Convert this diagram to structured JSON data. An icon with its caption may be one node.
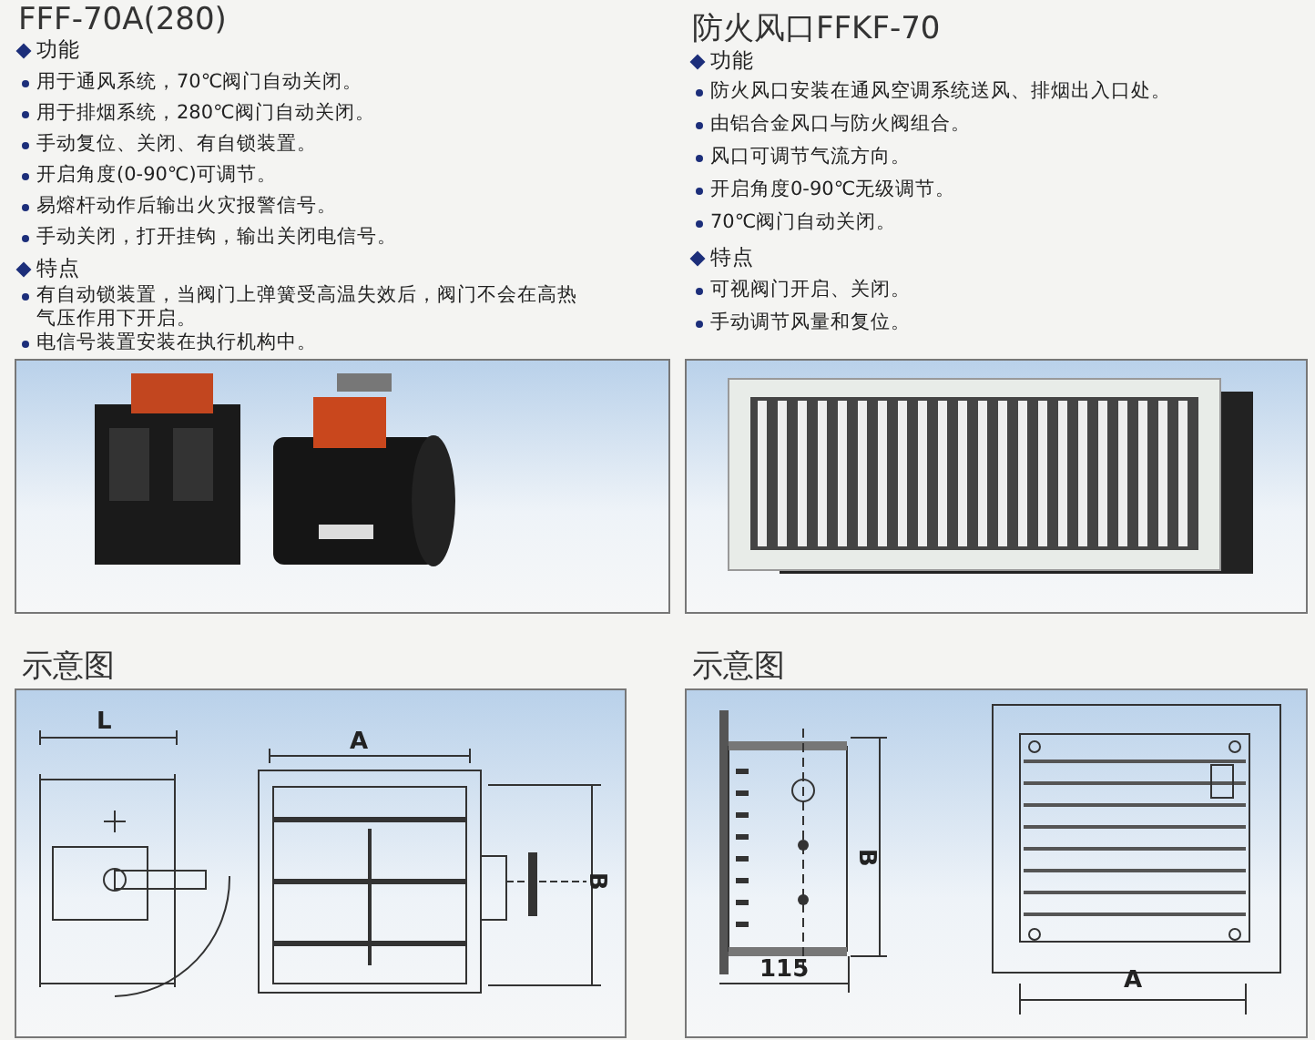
{
  "diagram": {
    "labels": [
      "FFF-70A(280)",
      "功能",
      "用于通风系统，70℃阀门自动关闭。",
      "用于排烟系统，280℃阀门自动关闭。",
      "手动复位、关闭、有自锁装置。",
      "开启角度(0-90℃)可调节。",
      "易熔杆动作后输出火灾报警信号。",
      "手动关闭，打开挂钩，输出关闭电信号。",
      "特点",
      "有自动锁装置，当阀门上弹簧受高温失效后，阀门不会在高热气压作用下开启。",
      "电信号装置安装在执行机构中。",
      "防火风口FFKF-70",
      "功能",
      "防火风口安装在通风空调系统送风、排烟出入口处。",
      "由铝合金风口与防火阀组合。",
      "风口可调节气流方向。",
      "开启角度0-90℃无级调节。",
      "70℃阀门自动关闭。",
      "特点",
      "可视阀门开启、关闭。",
      "手动调节风量和复位。",
      "示意图",
      "L",
      "A",
      "B",
      "示意图",
      "115",
      "B",
      "A"
    ]
  }
}
